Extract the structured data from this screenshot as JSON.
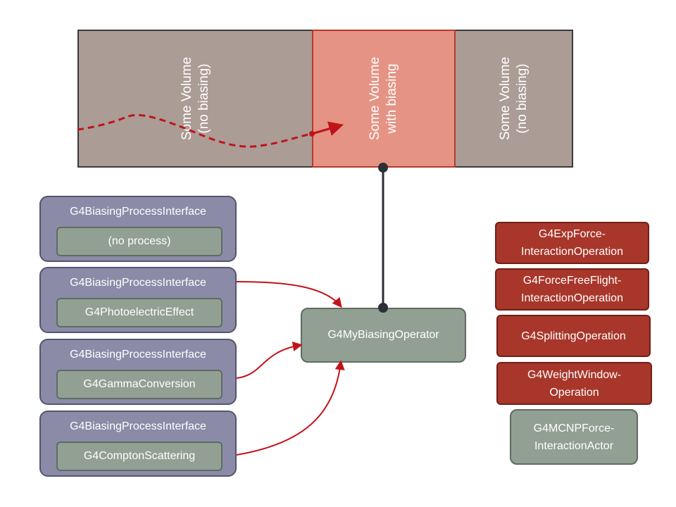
{
  "volumes": [
    {
      "line1": "Some Volume",
      "line2": "(no biasing)"
    },
    {
      "line1": "Some Volume",
      "line2": "with biasing"
    },
    {
      "line1": "Some Volume",
      "line2": "(no biasing)"
    }
  ],
  "biasing_interfaces": [
    {
      "title": "G4BiasingProcessInterface",
      "process": "(no process)"
    },
    {
      "title": "G4BiasingProcessInterface",
      "process": "G4PhotoelectricEffect"
    },
    {
      "title": "G4BiasingProcessInterface",
      "process": "G4GammaConversion"
    },
    {
      "title": "G4BiasingProcessInterface",
      "process": "G4ComptonScattering"
    }
  ],
  "operator": {
    "label": "G4MyBiasingOperator"
  },
  "operations": [
    {
      "line1": "G4ExpForce-",
      "line2": "InteractionOperation",
      "kind": "operation"
    },
    {
      "line1": "G4ForceFreeFlight-",
      "line2": "InteractionOperation",
      "kind": "operation"
    },
    {
      "line1": "G4SplittingOperation",
      "line2": "",
      "kind": "operation"
    },
    {
      "line1": "G4WeightWindow-",
      "line2": "Operation",
      "kind": "operation"
    },
    {
      "line1": "G4MCNPForce-",
      "line2": "InteractionActor",
      "kind": "actor"
    }
  ],
  "colors": {
    "volume_unbiased": "#ab9c95",
    "volume_biased": "#e49384",
    "interface_box": "#8b8ba8",
    "process_box": "#929f93",
    "operation_red": "#a8362a",
    "arrow_red": "#c0141a",
    "connector": "#2c2f36"
  }
}
